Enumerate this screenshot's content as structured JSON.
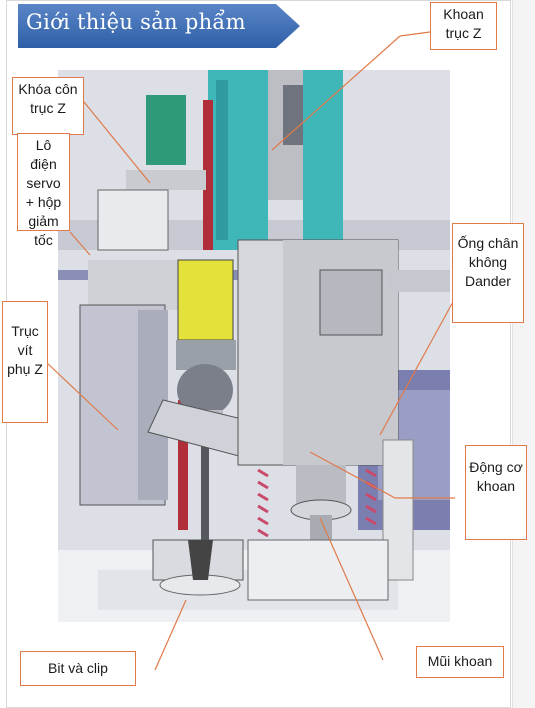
{
  "header": {
    "title": "Giới thiệu sản phẩm"
  },
  "labels": {
    "khoan_truc_z": "Khoan trục Z",
    "khoa_con_truc_z": "Khóa côn trục Z",
    "lo_dien_servo": "Lô điện servo + hộp giảm tốc",
    "truc_vit_phu_z": "Trục vít phụ Z",
    "ong_chan_khong": "Ống chân không Dander",
    "dong_co_khoan": "Động cơ khoan",
    "mui_khoan": "Mũi khoan",
    "bit_va_clip": "Bit và clip"
  },
  "colors": {
    "banner": "#3f6fb6",
    "callout_border": "#e07a4a",
    "frame_teal": "#3fb6b8",
    "motor_yellow": "#e4e23a",
    "motor_green": "#2f9a7a",
    "rail_purple": "#6b6fa6"
  }
}
